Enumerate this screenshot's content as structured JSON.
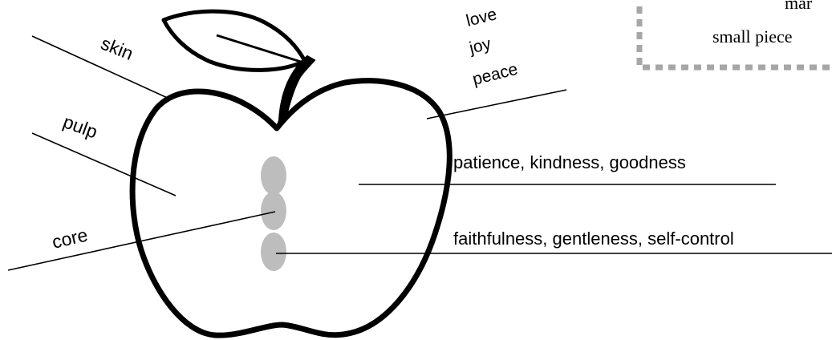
{
  "diagram": {
    "labels": {
      "skin": "skin",
      "pulp": "pulp",
      "core": "core"
    },
    "fruits_top": [
      "love",
      "joy",
      "peace"
    ],
    "fruits_middle": "patience, kindness, goodness",
    "fruits_bottom": "faithfulness, gentleness, self-control"
  },
  "note_box": {
    "line1": "mar",
    "line2": "small piece"
  },
  "colors": {
    "outline": "#000000",
    "seed": "#bdbdbd",
    "dotted_border": "#a6a6a6"
  }
}
